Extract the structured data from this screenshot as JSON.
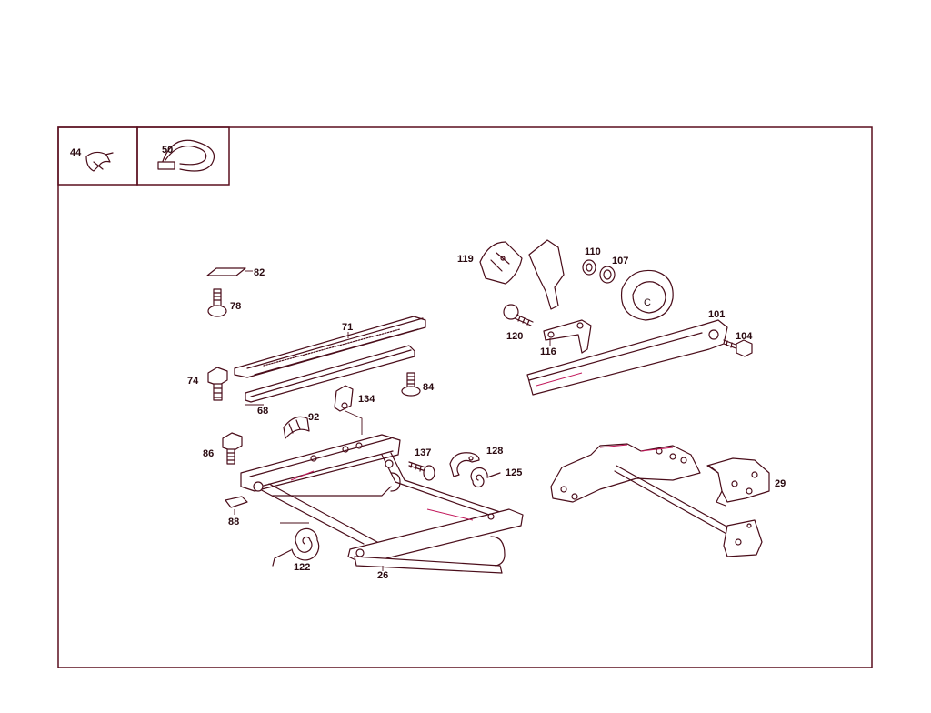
{
  "inset_labels": [
    "44",
    "50"
  ],
  "labels": {
    "82": "82",
    "78": "78",
    "71": "71",
    "74": "74",
    "68": "68",
    "84": "84",
    "134": "134",
    "92": "92",
    "86": "86",
    "88": "88",
    "137": "137",
    "128": "128",
    "125": "125",
    "122": "122",
    "26": "26",
    "119": "119",
    "110": "110",
    "107": "107",
    "120": "120",
    "116": "116",
    "101": "101",
    "104": "104",
    "29": "29"
  },
  "colors": {
    "frame": "#5a0f1e",
    "line": "#4a0d1a",
    "accent": "#c2185b"
  }
}
